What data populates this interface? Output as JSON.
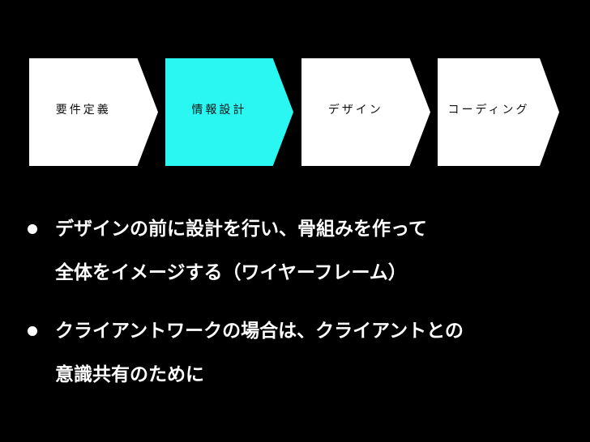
{
  "process": {
    "steps": [
      {
        "label": "要件定義",
        "color": "#ffffff"
      },
      {
        "label": "情報設計",
        "color": "#2af7f2"
      },
      {
        "label": "デザイン",
        "color": "#ffffff"
      },
      {
        "label": "コーディング",
        "color": "#ffffff"
      }
    ]
  },
  "bullets": [
    {
      "lines": [
        "デザインの前に設計を行い、骨組みを作って",
        "全体をイメージする（ワイヤーフレーム）"
      ]
    },
    {
      "lines": [
        "クライアントワークの場合は、クライアントとの",
        "意識共有のために"
      ]
    }
  ],
  "colors": {
    "background": "#000000",
    "text": "#ffffff",
    "highlight": "#2af7f2"
  }
}
